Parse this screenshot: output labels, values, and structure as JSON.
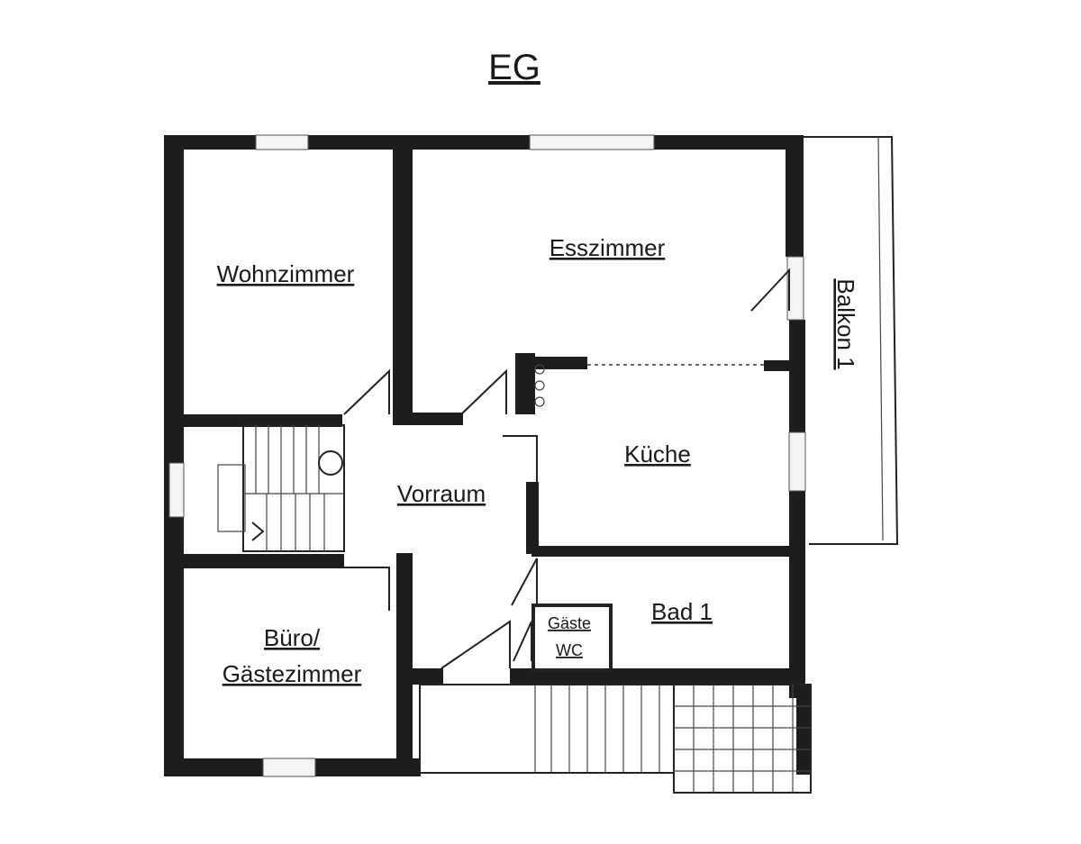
{
  "plan": {
    "title": "EG",
    "rooms": {
      "wohnzimmer": "Wohnzimmer",
      "esszimmer": "Esszimmer",
      "balkon": "Balkon 1",
      "kueche": "Küche",
      "vorraum": "Vorraum",
      "buero_line1": "Büro/",
      "buero_line2": "Gästezimmer",
      "bad": "Bad 1",
      "gaeste_wc_line1": "Gäste",
      "gaeste_wc_line2": "WC"
    }
  }
}
